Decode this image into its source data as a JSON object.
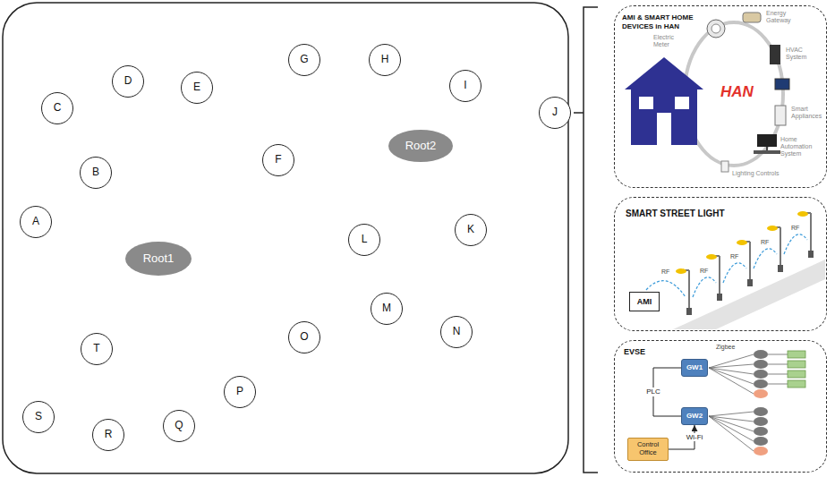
{
  "diagram": {
    "nodes": [
      {
        "text": [
          "G"
        ]
      },
      {
        "text": [
          "H"
        ]
      },
      {
        "text": [
          "D"
        ]
      },
      {
        "text": [
          "I"
        ]
      },
      {
        "text": [
          "E"
        ]
      },
      {
        "text": [
          "C"
        ]
      },
      {
        "text": [
          "J"
        ]
      },
      {
        "text": [
          "Root2"
        ]
      },
      {
        "text": [
          "F"
        ]
      },
      {
        "text": [
          "B"
        ]
      },
      {
        "text": [
          "A"
        ]
      },
      {
        "text": [
          "K"
        ]
      },
      {
        "text": [
          "L"
        ]
      },
      {
        "text": [
          "Root1"
        ]
      },
      {
        "text": [
          "M"
        ]
      },
      {
        "text": [
          "N"
        ]
      },
      {
        "text": [
          "O"
        ]
      },
      {
        "text": [
          "T"
        ]
      },
      {
        "text": [
          "P"
        ]
      },
      {
        "text": [
          "S"
        ]
      },
      {
        "text": [
          "Q"
        ]
      },
      {
        "text": [
          "R"
        ]
      },
      {
        "text": [
          "AMI & SMART HOME DEVICES in HAN"
        ]
      },
      {
        "text": [
          "SMART STREET LIGHT"
        ]
      },
      {
        "text": [
          "AMI"
        ],
        "in": 23
      },
      {
        "text": [
          "EVSE"
        ]
      },
      {
        "text": [
          "GW1"
        ],
        "in": 25
      },
      {
        "text": [
          "GW2"
        ],
        "in": 25
      },
      {
        "text": [
          "Control Office"
        ],
        "in": 25
      }
    ],
    "edges": [
      {
        "from": 26,
        "to": 27,
        "arrow": "none",
        "label": "PLC"
      },
      {
        "from": 28,
        "to": 27,
        "arrow": "to",
        "label": "Wi-Fi"
      }
    ],
    "labels": [
      "HAN",
      "Electric Meter",
      "Energy Gateway",
      "HVAC System",
      "Smart Appliances",
      "Home Automation System",
      "Lighting Controls",
      "RF",
      "RF",
      "RF",
      "RF",
      "RF",
      "Zigbee"
    ]
  }
}
